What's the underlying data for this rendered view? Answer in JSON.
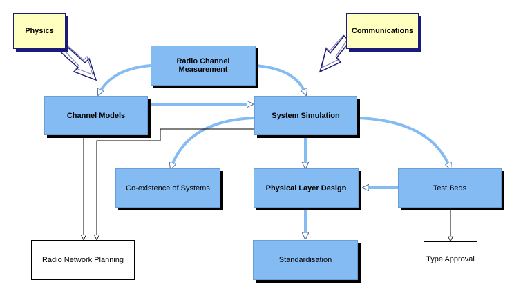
{
  "nodes": {
    "physics": "Physics",
    "communications": "Communications",
    "radio_channel_measurement": "Radio Channel Measurement",
    "channel_models": "Channel Models",
    "system_simulation": "System Simulation",
    "coexistence": "Co-existence of Systems",
    "physical_layer_design": "Physical Layer Design",
    "test_beds": "Test Beds",
    "radio_network_planning": "Radio Network Planning",
    "standardisation": "Standardisation",
    "type_approval": "Type Approval"
  },
  "colors": {
    "box_fill": "#84bbf3",
    "link": "#84bbf3",
    "note_fill": "#ffffc0",
    "note_border": "#1a1a7a"
  }
}
